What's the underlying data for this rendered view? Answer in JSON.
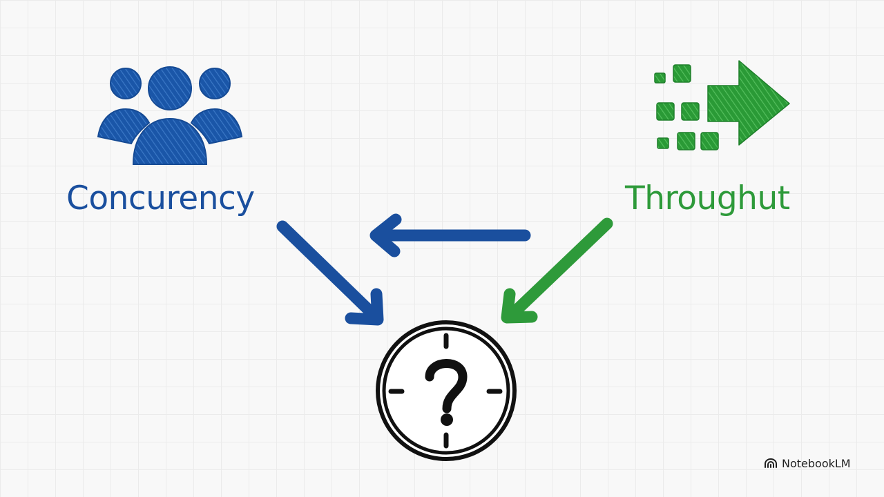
{
  "concepts": {
    "concurrency": {
      "label": "Concurency",
      "icon": "users-group-icon",
      "color": "#1a4f9e"
    },
    "throughput": {
      "label": "Throughut",
      "icon": "data-flow-arrow-icon",
      "color": "#2e9a3a"
    }
  },
  "result": {
    "icon": "clock-question-icon",
    "color": "#111111"
  },
  "connectors": {
    "concurrency_to_result": "arrow-icon",
    "throughput_to_concurrency": "arrow-icon",
    "throughput_to_result": "arrow-icon"
  },
  "brand": {
    "name": "NotebookLM",
    "icon": "notebooklm-logo-icon"
  }
}
